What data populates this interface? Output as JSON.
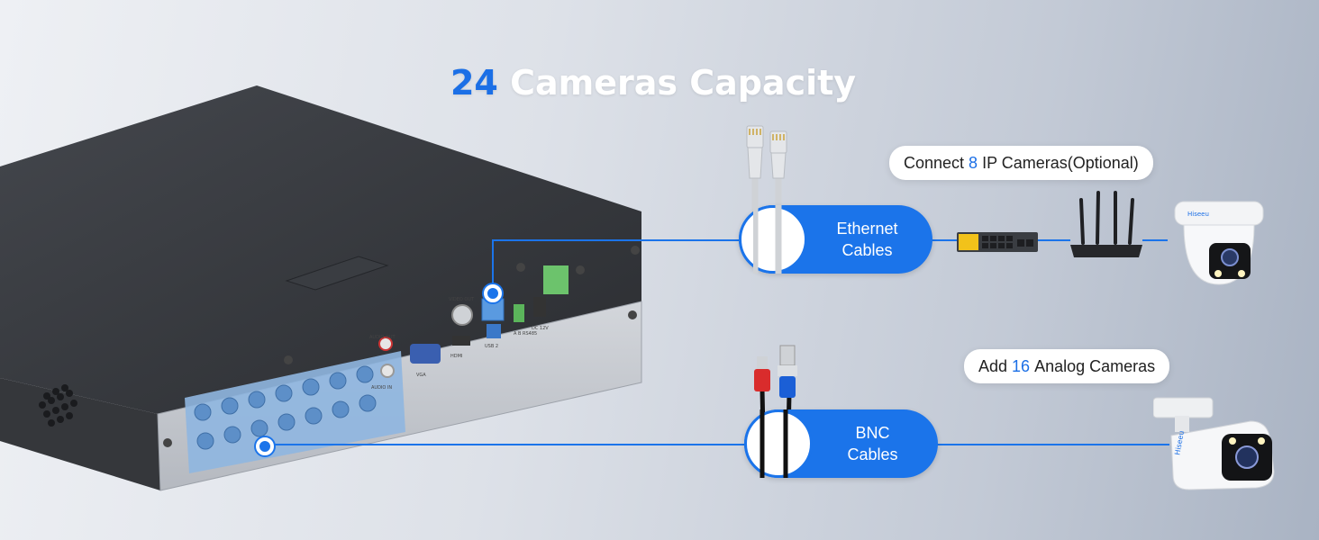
{
  "title": {
    "count": "24",
    "text": "Cameras Capacity"
  },
  "ethernet": {
    "line1": "Ethernet",
    "line2": "Cables"
  },
  "bnc": {
    "line1": "BNC",
    "line2": "Cables"
  },
  "ip_callout": {
    "before": "Connect",
    "count": "8",
    "after": "IP Cameras(Optional)"
  },
  "analog_callout": {
    "before": "Add",
    "count": "16",
    "after": "Analog Cameras"
  },
  "nvr_labels": {
    "video_out": "VIDEO OUT",
    "audio_out": "AUDIO OUT",
    "audio_in": "AUDIO IN",
    "vga": "VGA",
    "hdmi": "HDMI",
    "usb": "USB 2",
    "rs485": "A B RS485",
    "dc": "DC 12V"
  },
  "camera_brand": "Hiseeu",
  "colors": {
    "accent": "#1b74ea",
    "accent_text": "#1b6fe6",
    "switch_yellow": "#f2c21a",
    "bnc_blue": "#4a90d9"
  }
}
